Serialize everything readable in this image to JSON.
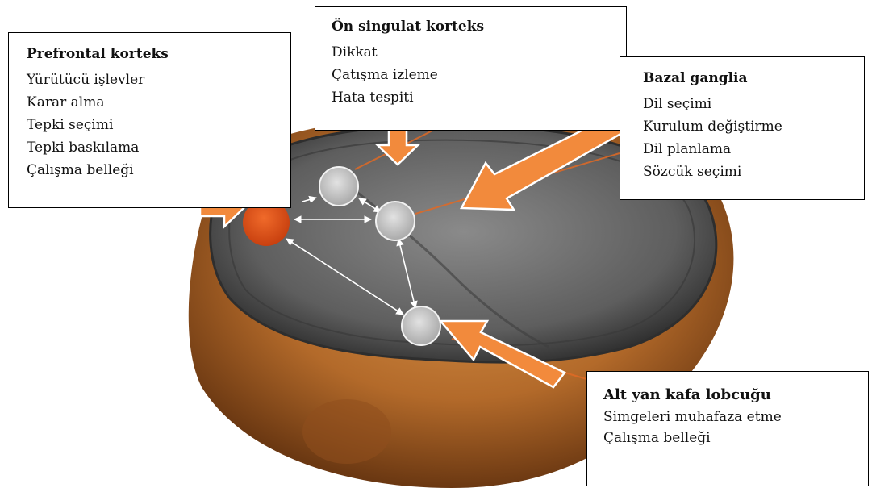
{
  "colors": {
    "accent_orange": "#f28a3c",
    "node_active": "#e0521c",
    "node_gray": "#d7d7d7",
    "scalp": "#c0722e",
    "brain_slice": "#6e6e6e"
  },
  "boxes": {
    "prefrontal": {
      "title": "Prefrontal korteks",
      "items": [
        "Yürütücü işlevler",
        "Karar alma",
        "Tepki seçimi",
        "Tepki baskılama",
        "Çalışma belleği"
      ]
    },
    "acc": {
      "title": "Ön singulat korteks",
      "items": [
        "Dikkat",
        "Çatışma izleme",
        "Hata tespiti"
      ]
    },
    "basal": {
      "title": "Bazal ganglia",
      "items": [
        "Dil seçimi",
        "Kurulum değiştirme",
        "Dil planlama",
        "Sözcük seçimi"
      ]
    },
    "ipl": {
      "title": "Alt yan kafa lobcuğu",
      "items": [
        "Simgeleri muhafaza etme",
        "Çalışma belleği"
      ]
    }
  },
  "nodes": [
    "prefrontal",
    "acc",
    "basal",
    "ipl"
  ]
}
